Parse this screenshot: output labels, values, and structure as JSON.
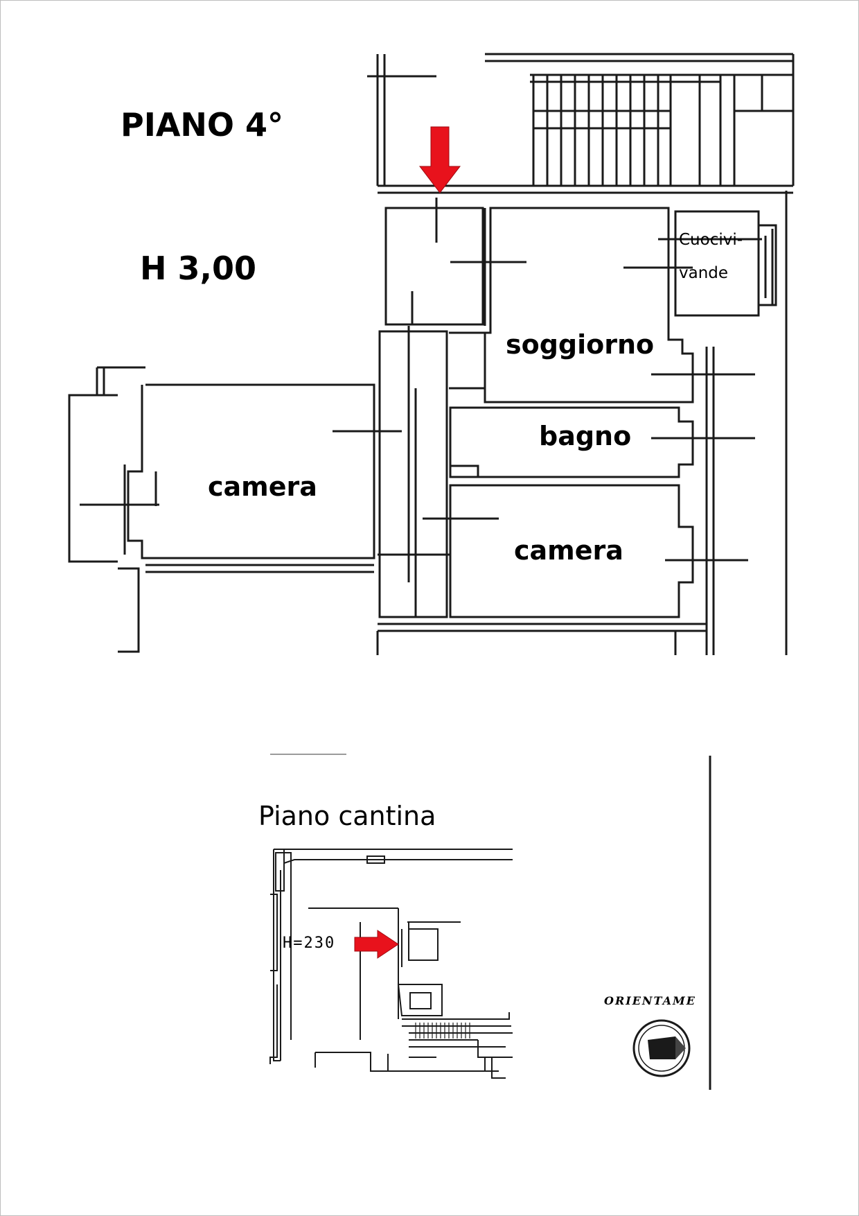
{
  "upper_plan": {
    "floor_title": "PIANO  4°",
    "height_label": "H 3,00",
    "rooms": {
      "kitchen_line1": "Cuocivi-",
      "kitchen_line2": "vande",
      "living": "soggiorno",
      "bath": "bagno",
      "bedroom_left": "camera",
      "bedroom_right": "camera"
    }
  },
  "lower_plan": {
    "title": "Piano cantina",
    "height_label": "H=230",
    "orientation_label": "ORIENTAME"
  },
  "colors": {
    "marker_arrow": "#e8121c",
    "wall_line": "#1a1a1a",
    "background": "#ffffff"
  }
}
